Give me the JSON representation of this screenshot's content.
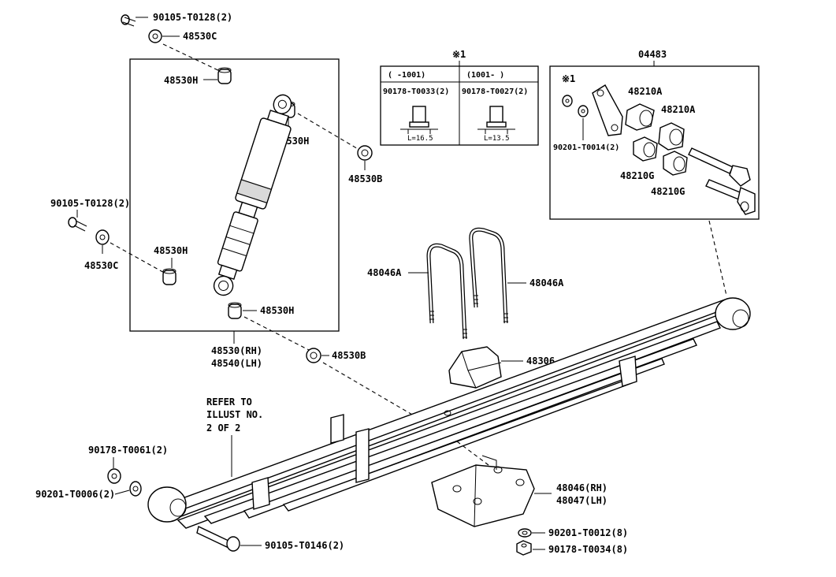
{
  "labels": {
    "bolt_top": "90105-T0128(2)",
    "cushion_top": "48530C",
    "bushing_h1": "48530H",
    "bushing_h2": "48530H",
    "retainer_b1": "48530B",
    "bolt_left": "90105-T0128(2)",
    "cushion_left": "48530C",
    "bushing_h3": "48530H",
    "bushing_h4": "48530H",
    "shock_rh": "48530(RH)",
    "shock_lh": "48540(LH)",
    "retainer_b2": "48530B",
    "note_mark": "※1",
    "table_col1": "(   -1001)",
    "table_col2": "(1001-   )",
    "table_part1": "90178-T0033(2)",
    "table_part2": "90178-T0027(2)",
    "table_len1": "L=16.5",
    "table_len2": "L=13.5",
    "kit": "04483",
    "kit_note": "※1",
    "shackle_bush_a1": "48210A",
    "shackle_bush_a2": "48210A",
    "washer_kit": "90201-T0014(2)",
    "shackle_bush_g1": "48210G",
    "shackle_bush_g2": "48210G",
    "ubolt_left": "48046A",
    "ubolt_right": "48046A",
    "bumper": "48306",
    "refer_1": "REFER TO",
    "refer_2": "ILLUST NO.",
    "refer_3": "2 OF 2",
    "nut_front": "90178-T0061(2)",
    "washer_front": "90201-T0006(2)",
    "bolt_front": "90105-T0146(2)",
    "seat_rh": "48046(RH)",
    "seat_lh": "48047(LH)",
    "washer_seat": "90201-T0012(8)",
    "nut_seat": "90178-T0034(8)"
  }
}
